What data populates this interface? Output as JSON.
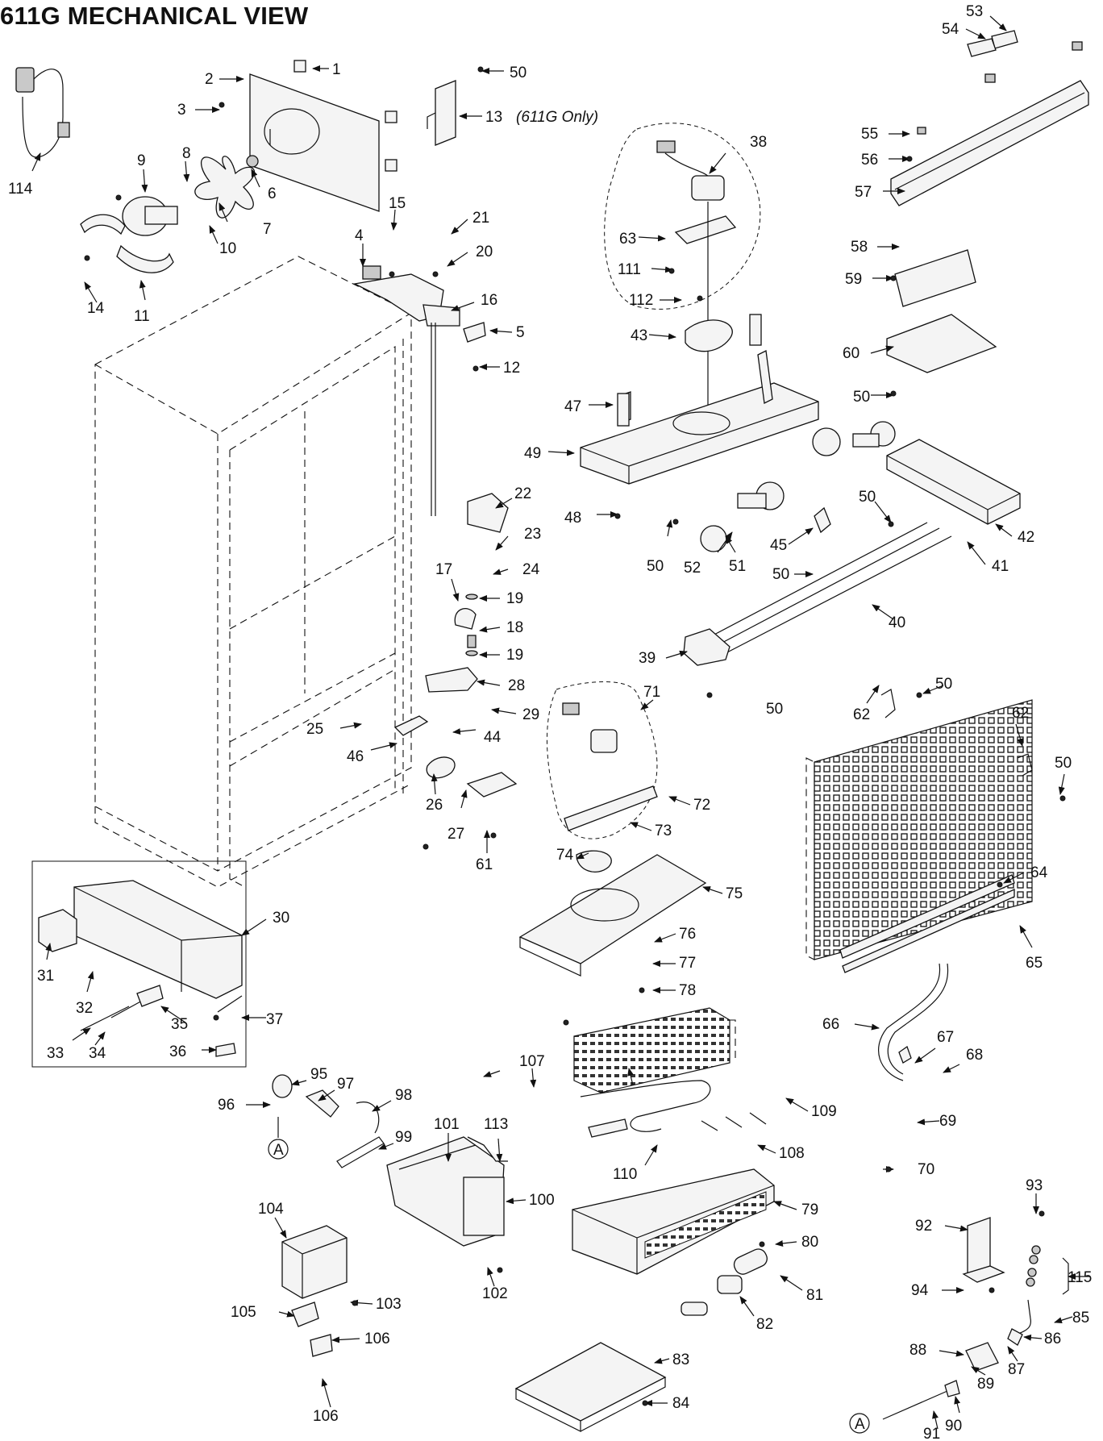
{
  "title": "611G MECHANICAL VIEW",
  "labels": {
    "l1": "1",
    "l2": "2",
    "l3": "3",
    "l4": "4",
    "l5": "5",
    "l6": "6",
    "l7": "7",
    "l8": "8",
    "l9": "9",
    "l10": "10",
    "l11": "11",
    "l12": "12",
    "l13": "13",
    "l13note": "(611G Only)",
    "l14": "14",
    "l15": "15",
    "l16": "16",
    "l17": "17",
    "l18": "18",
    "l19a": "19",
    "l19b": "19",
    "l20": "20",
    "l21": "21",
    "l22": "22",
    "l23": "23",
    "l24": "24",
    "l25": "25",
    "l26": "26",
    "l27": "27",
    "l28": "28",
    "l29": "29",
    "l30": "30",
    "l31": "31",
    "l32": "32",
    "l33": "33",
    "l34": "34",
    "l35": "35",
    "l36": "36",
    "l37": "37",
    "l38": "38",
    "l39": "39",
    "l40": "40",
    "l41": "41",
    "l42": "42",
    "l43": "43",
    "l44": "44",
    "l45": "45",
    "l46": "46",
    "l47": "47",
    "l48": "48",
    "l49": "49",
    "l50a": "50",
    "l50b": "50",
    "l50c": "50",
    "l50d": "50",
    "l50e": "50",
    "l50f": "50",
    "l50g": "50",
    "l50h": "50",
    "l51": "51",
    "l52": "52",
    "l53": "53",
    "l54": "54",
    "l55": "55",
    "l56": "56",
    "l57": "57",
    "l58": "58",
    "l59": "59",
    "l60": "60",
    "l61": "61",
    "l62a": "62",
    "l62b": "62",
    "l63": "63",
    "l64": "64",
    "l65": "65",
    "l66": "66",
    "l67": "67",
    "l68": "68",
    "l69": "69",
    "l70": "70",
    "l71": "71",
    "l72": "72",
    "l73": "73",
    "l74": "74",
    "l75": "75",
    "l76": "76",
    "l77": "77",
    "l78": "78",
    "l79": "79",
    "l80": "80",
    "l81": "81",
    "l82": "82",
    "l83": "83",
    "l84": "84",
    "l85": "85",
    "l86": "86",
    "l87": "87",
    "l88": "88",
    "l89": "89",
    "l90": "90",
    "l91": "91",
    "l92": "92",
    "l93": "93",
    "l94": "94",
    "l95": "95",
    "l96": "96",
    "l97": "97",
    "l98": "98",
    "l99": "99",
    "l100": "100",
    "l101": "101",
    "l102": "102",
    "l103": "103",
    "l104": "104",
    "l105": "105",
    "l106a": "106",
    "l106b": "106",
    "l107": "107",
    "l108": "108",
    "l109": "109",
    "l110": "110",
    "l111": "111",
    "l112": "112",
    "l113": "113",
    "l114": "114",
    "l115": "115",
    "circleA1": "A",
    "circleA2": "A"
  }
}
